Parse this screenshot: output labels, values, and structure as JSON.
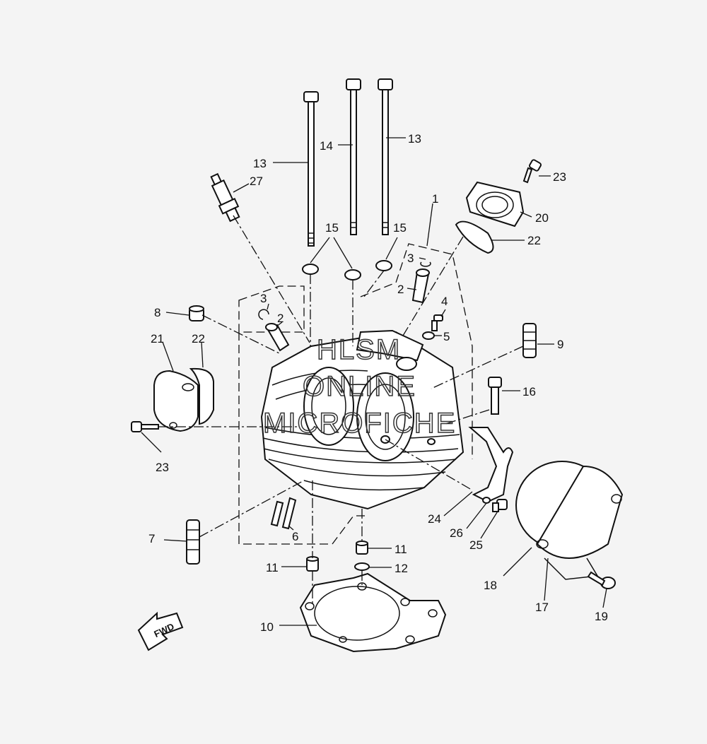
{
  "callouts": [
    {
      "id": "c1",
      "text": "1"
    },
    {
      "id": "c2a",
      "text": "2"
    },
    {
      "id": "c2b",
      "text": "2"
    },
    {
      "id": "c3a",
      "text": "3"
    },
    {
      "id": "c3b",
      "text": "3"
    },
    {
      "id": "c4",
      "text": "4"
    },
    {
      "id": "c5",
      "text": "5"
    },
    {
      "id": "c6",
      "text": "6"
    },
    {
      "id": "c7",
      "text": "7"
    },
    {
      "id": "c8",
      "text": "8"
    },
    {
      "id": "c9",
      "text": "9"
    },
    {
      "id": "c10",
      "text": "10"
    },
    {
      "id": "c11a",
      "text": "11"
    },
    {
      "id": "c11b",
      "text": "11"
    },
    {
      "id": "c12",
      "text": "12"
    },
    {
      "id": "c13a",
      "text": "13"
    },
    {
      "id": "c13b",
      "text": "13"
    },
    {
      "id": "c14",
      "text": "14"
    },
    {
      "id": "c15a",
      "text": "15"
    },
    {
      "id": "c15b",
      "text": "15"
    },
    {
      "id": "c16",
      "text": "16"
    },
    {
      "id": "c17",
      "text": "17"
    },
    {
      "id": "c18",
      "text": "18"
    },
    {
      "id": "c19",
      "text": "19"
    },
    {
      "id": "c20",
      "text": "20"
    },
    {
      "id": "c21",
      "text": "21"
    },
    {
      "id": "c22a",
      "text": "22"
    },
    {
      "id": "c22b",
      "text": "22"
    },
    {
      "id": "c23a",
      "text": "23"
    },
    {
      "id": "c23b",
      "text": "23"
    },
    {
      "id": "c24",
      "text": "24"
    },
    {
      "id": "c25",
      "text": "25"
    },
    {
      "id": "c26",
      "text": "26"
    },
    {
      "id": "c27",
      "text": "27"
    }
  ],
  "watermark": {
    "line1": "HLSM",
    "line2": "ONLINE",
    "line3": "MICROFICHE"
  },
  "fwd_arrow": {
    "label": "FWD"
  }
}
